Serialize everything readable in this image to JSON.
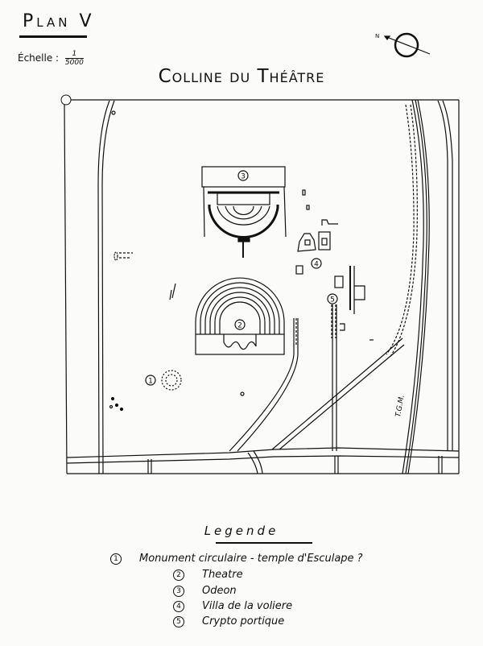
{
  "header": {
    "plan": "Plan V",
    "scale_label": "Échelle :",
    "scale_numerator": "1",
    "scale_denominator": "5000",
    "title": "Colline du Théâtre",
    "north_label": "N"
  },
  "map": {
    "markers": [
      "1",
      "2",
      "3",
      "4",
      "5"
    ],
    "railway_label": "T.G.M."
  },
  "legend": {
    "title": "Legende",
    "items": [
      {
        "number": "1",
        "label": "Monument circulaire - temple d'Esculape ?"
      },
      {
        "number": "2",
        "label": "Theatre"
      },
      {
        "number": "3",
        "label": "Odeon"
      },
      {
        "number": "4",
        "label": "Villa de la voliere"
      },
      {
        "number": "5",
        "label": "Crypto portique"
      }
    ]
  }
}
